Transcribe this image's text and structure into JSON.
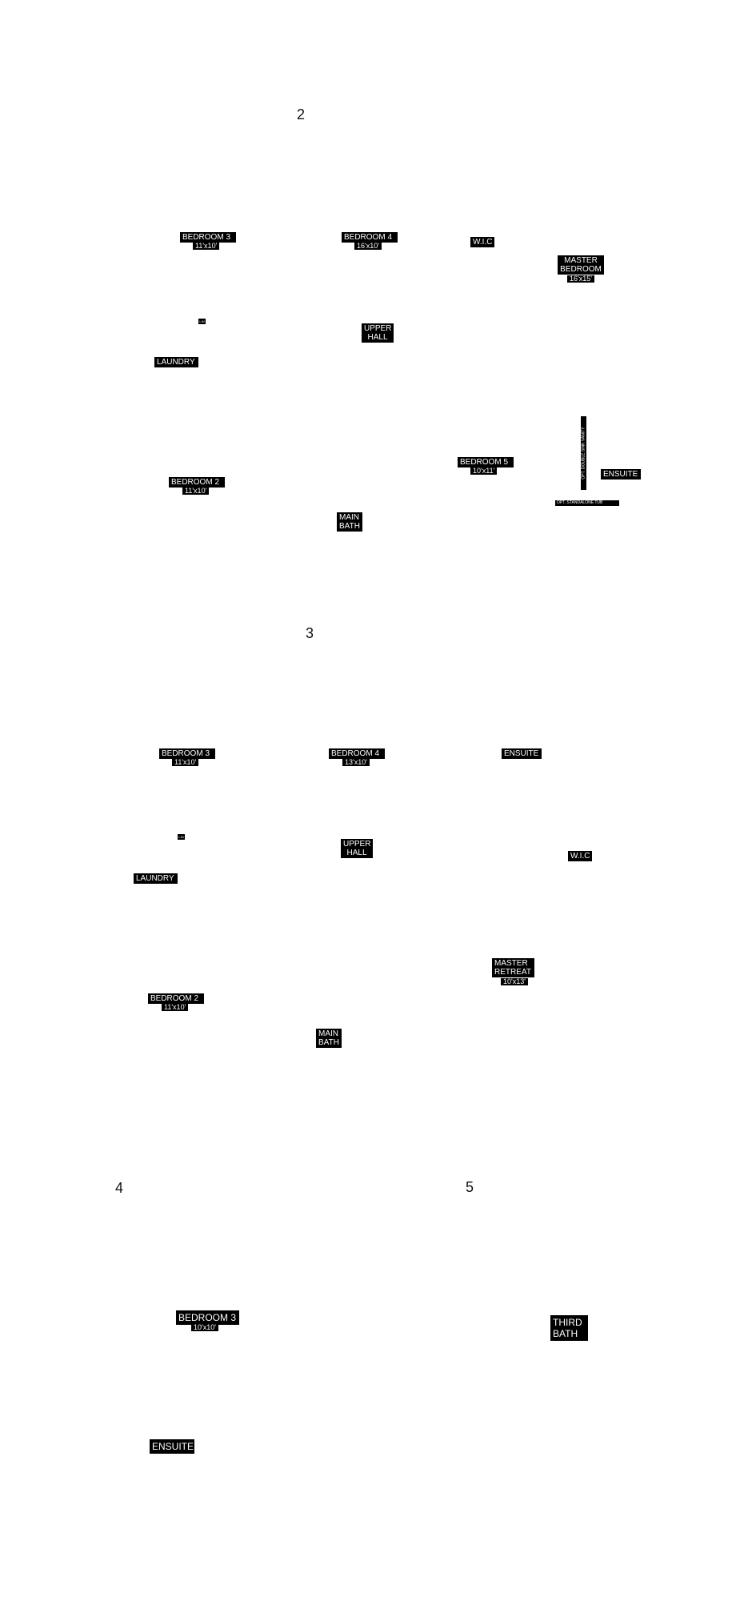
{
  "plan2": {
    "number": "2",
    "bedroom3": {
      "name": "BEDROOM 3",
      "dim": "11'x10'"
    },
    "bedroom4": {
      "name": "BEDROOM 4",
      "dim": "16'x10'"
    },
    "wic": "W.I.C",
    "master_bedroom": {
      "line1": "MASTER",
      "line2": "BEDROOM",
      "dim": "16'x15'"
    },
    "linen": "LIN",
    "upper_hall": {
      "line1": "UPPER",
      "line2": "HALL"
    },
    "laundry": "LAUNDRY",
    "double_vanity": "OPT. DOUBLE SINK VANITY",
    "bedroom5": {
      "name": "BEDROOM 5",
      "dim": "10'x11'"
    },
    "ensuite": "ENSUITE",
    "bedroom2": {
      "name": "BEDROOM 2",
      "dim": "11'x10'"
    },
    "standalone_tub": "OPT. STANDALONE TUB",
    "main_bath": {
      "line1": "MAIN",
      "line2": "BATH"
    }
  },
  "plan3": {
    "number": "3",
    "bedroom3": {
      "name": "BEDROOM 3",
      "dim": "11'x10'"
    },
    "bedroom4": {
      "name": "BEDROOM 4",
      "dim": "13'x10'"
    },
    "ensuite": "ENSUITE",
    "linen": "LIN",
    "upper_hall": {
      "line1": "UPPER",
      "line2": "HALL"
    },
    "wic": "W.I.C",
    "laundry": "LAUNDRY",
    "master_retreat": {
      "line1": "MASTER",
      "line2": "RETREAT",
      "dim": "10'x13'"
    },
    "bedroom2": {
      "name": "BEDROOM 2",
      "dim": "11'x10'"
    },
    "main_bath": {
      "line1": "MAIN",
      "line2": "BATH"
    }
  },
  "plan4": {
    "number": "4",
    "bedroom3": {
      "name": "BEDROOM 3",
      "dim": "10'x10'"
    },
    "ensuite": "ENSUITE"
  },
  "plan5": {
    "number": "5",
    "third_bath": {
      "line1": "THIRD",
      "line2": "BATH"
    }
  }
}
